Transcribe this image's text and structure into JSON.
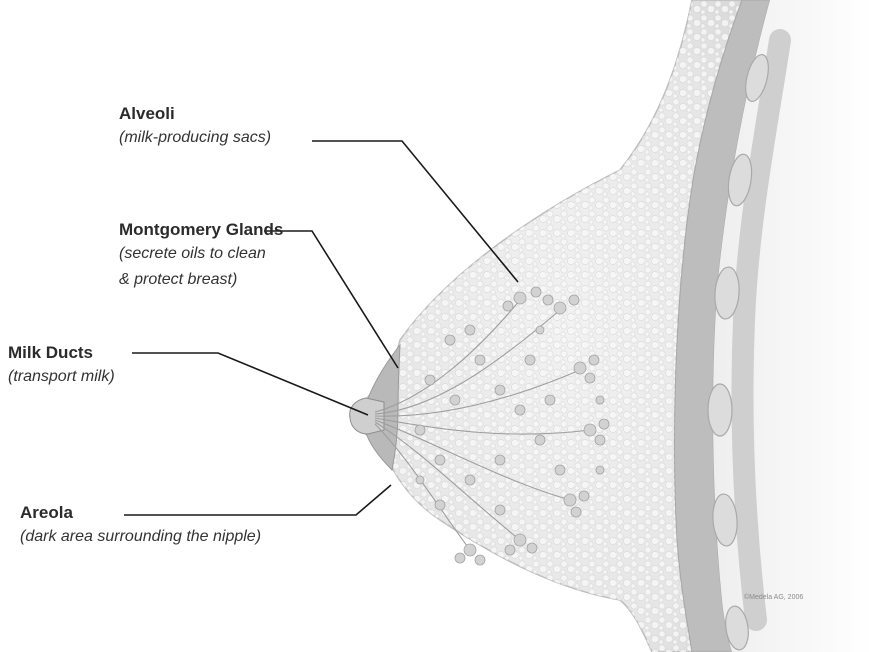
{
  "labels": {
    "alveoli": {
      "title": "Alveoli",
      "desc": "(milk-producing sacs)"
    },
    "montgomery": {
      "title": "Montgomery Glands",
      "desc": "(secrete oils to clean & protect breast)"
    },
    "milk_ducts": {
      "title": "Milk Ducts",
      "desc": "(transport milk)"
    },
    "areola": {
      "title": "Areola",
      "desc": "(dark area surrounding the nipple)"
    }
  },
  "copyright": "©Medela AG, 2006",
  "colors": {
    "tissue_fill": "#ececec",
    "tissue_bubble": "#f7f7f7",
    "muscle": "#b5b5b5",
    "rib": "#d8d8d8",
    "leader_line": "#1a1a1a",
    "gland": "#c9c9c9"
  }
}
